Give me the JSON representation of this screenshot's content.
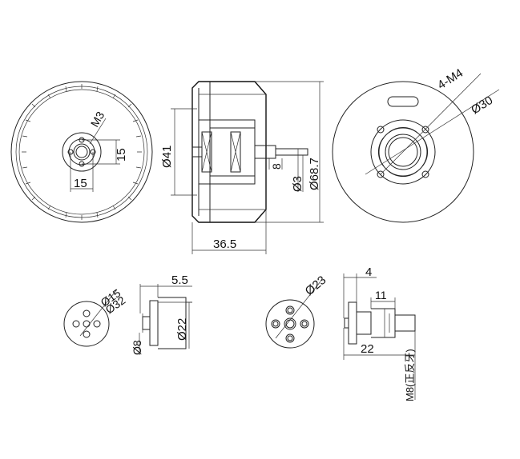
{
  "dimensions": {
    "m3": "M3",
    "d15_h": "15",
    "d15_v": "15",
    "dia41": "Ø41",
    "len36_5": "36.5",
    "d8": "8",
    "dia3": "Ø3",
    "dia68_7": "Ø68.7",
    "m4": "4-M4",
    "dia30": "Ø30",
    "dia15": "Ø15",
    "dia32": "Ø32",
    "d5_5": "5.5",
    "dia22": "Ø22",
    "dia8": "Ø8",
    "dia23": "Ø23",
    "d4": "4",
    "d11": "11",
    "d22": "22",
    "m8": "M8(正反牙)"
  }
}
